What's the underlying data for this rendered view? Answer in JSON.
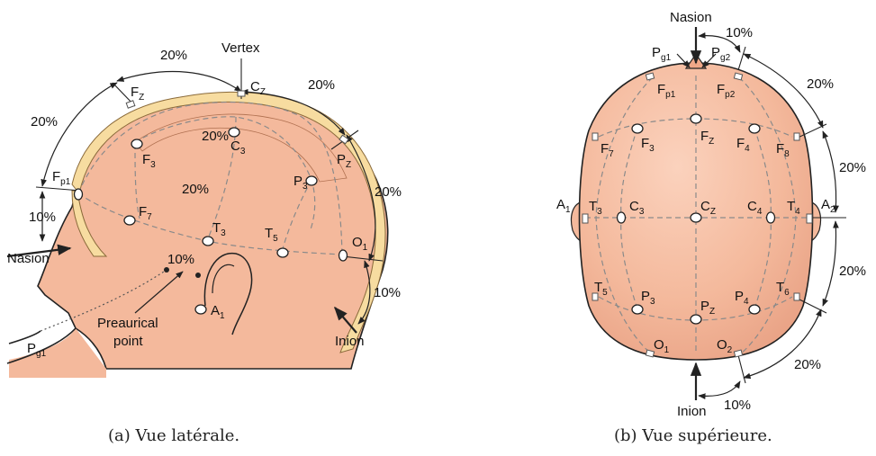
{
  "lateral": {
    "caption": "(a)  Vue latérale.",
    "landmarks": {
      "vertex": "Vertex",
      "nasion": "Nasion",
      "inion": "Inion",
      "preauricular_1": "Preaurical",
      "preauricular_2": "point"
    },
    "electrodes": {
      "fz": {
        "base": "F",
        "sub": "Z"
      },
      "cz": {
        "base": "C",
        "sub": "Z"
      },
      "pz": {
        "base": "P",
        "sub": "Z"
      },
      "fp1": {
        "base": "F",
        "sub": "p1"
      },
      "f3": {
        "base": "F",
        "sub": "3"
      },
      "c3": {
        "base": "C",
        "sub": "3"
      },
      "p3": {
        "base": "P",
        "sub": "3"
      },
      "f7": {
        "base": "F",
        "sub": "7"
      },
      "t3": {
        "base": "T",
        "sub": "3"
      },
      "t5": {
        "base": "T",
        "sub": "5"
      },
      "o1": {
        "base": "O",
        "sub": "1"
      },
      "a1": {
        "base": "A",
        "sub": "1"
      },
      "pg1": {
        "base": "P",
        "sub": "g1"
      }
    },
    "percentages": {
      "top_left": "20%",
      "top_right": "20%",
      "left": "20%",
      "right": "20%",
      "inner_top": "20%",
      "inner_mid": "20%",
      "nasion": "10%",
      "ear": "10%",
      "inion": "10%"
    }
  },
  "top": {
    "caption": "(b) Vue supérieure.",
    "landmarks": {
      "nasion": "Nasion",
      "inion": "Inion"
    },
    "electrodes": {
      "pg1": {
        "base": "P",
        "sub": "g1"
      },
      "pg2": {
        "base": "P",
        "sub": "g2"
      },
      "fp1": {
        "base": "F",
        "sub": "p1"
      },
      "fp2": {
        "base": "F",
        "sub": "p2"
      },
      "f7": {
        "base": "F",
        "sub": "7"
      },
      "f3": {
        "base": "F",
        "sub": "3"
      },
      "fz": {
        "base": "F",
        "sub": "Z"
      },
      "f4": {
        "base": "F",
        "sub": "4"
      },
      "f8": {
        "base": "F",
        "sub": "8"
      },
      "a1": {
        "base": "A",
        "sub": "1"
      },
      "t3": {
        "base": "T",
        "sub": "3"
      },
      "c3": {
        "base": "C",
        "sub": "3"
      },
      "cz": {
        "base": "C",
        "sub": "Z"
      },
      "c4": {
        "base": "C",
        "sub": "4"
      },
      "t4": {
        "base": "T",
        "sub": "4"
      },
      "a2": {
        "base": "A",
        "sub": "2"
      },
      "t5": {
        "base": "T",
        "sub": "5"
      },
      "p3": {
        "base": "P",
        "sub": "3"
      },
      "pz": {
        "base": "P",
        "sub": "Z"
      },
      "p4": {
        "base": "P",
        "sub": "4"
      },
      "t6": {
        "base": "T",
        "sub": "6"
      },
      "o1": {
        "base": "O",
        "sub": "1"
      },
      "o2": {
        "base": "O",
        "sub": "2"
      }
    },
    "percentages": {
      "top": "10%",
      "upper_right": "20%",
      "mid_right_1": "20%",
      "mid_right_2": "20%",
      "lower_right": "20%",
      "bottom": "10%"
    }
  },
  "colors": {
    "skin": "#f4b99c",
    "skin_dark": "#e49a7c",
    "skull": "#f7dca0",
    "outline": "#222222"
  }
}
